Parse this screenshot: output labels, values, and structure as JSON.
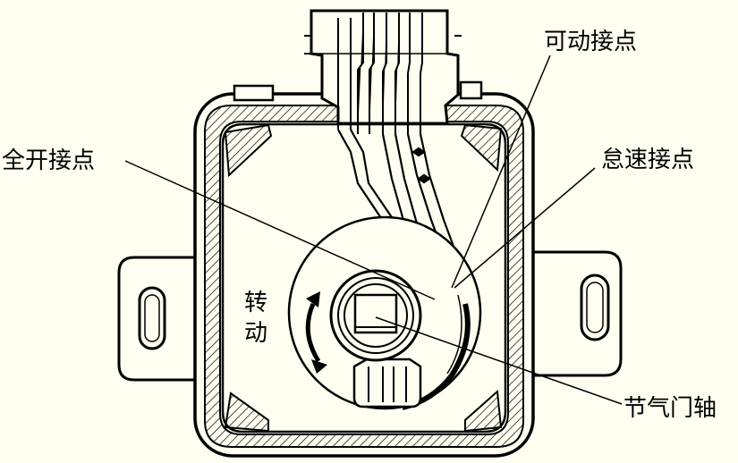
{
  "colors": {
    "background": "#fffef0",
    "ink": "#000000",
    "body_fill": "#fffef0"
  },
  "labels": {
    "movable_contact": "可动接点",
    "full_open_contact": "全开接点",
    "idle_contact": "怠速接点",
    "throttle_shaft": "节气门轴",
    "rotation": "转动"
  },
  "icons": {
    "rotation_arrow": "double-headed-curved-arrow-icon"
  }
}
